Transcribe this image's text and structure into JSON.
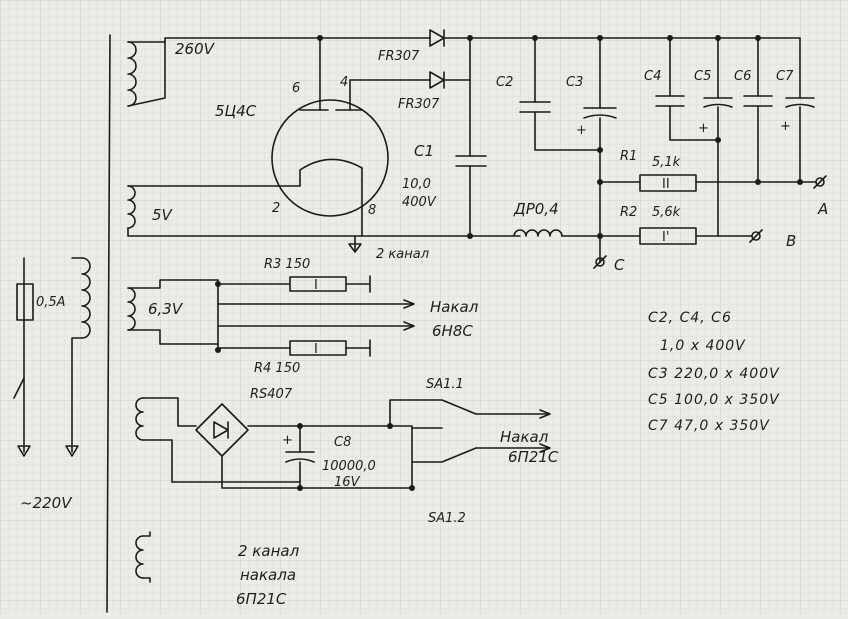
{
  "power_supply_schematic": {
    "windings": {
      "anode": "260V",
      "rectifier_filament": "5V",
      "filament_1": "6,3V",
      "mains_input": "~220V"
    },
    "tube": {
      "type": "5Ц4С",
      "pin_anode_left": "6",
      "pin_anode_right": "4",
      "pin_cathode_left": "2",
      "pin_cathode_right": "8"
    },
    "diodes": {
      "d1": "FR307",
      "d2": "FR307"
    },
    "capacitors": {
      "c1_name": "C1",
      "c1_value_line1": "10,0",
      "c1_value_line2": "400V",
      "c2": "C2",
      "c3": "C3",
      "c4": "C4",
      "c5": "C5",
      "c6": "C6",
      "c7": "C7",
      "c8_name": "C8",
      "c8_value_line1": "10000,0",
      "c8_value_line2": "16V"
    },
    "choke": "ДР0,4",
    "resistors": {
      "r1_name": "R1",
      "r1_value": "5,1k",
      "r2_name": "R2",
      "r2_value": "5,6k",
      "r3": "R3 150",
      "r4": "R4 150"
    },
    "fuse": "0,5A",
    "bridge": "RS407",
    "switches": {
      "sa11": "SA1.1",
      "sa12": "SA1.2"
    },
    "outputs": {
      "A": "A",
      "B": "B",
      "C": "C",
      "second_channel": "2 канал",
      "heater_1_line1": "Накал",
      "heater_1_line2": "6Н8С",
      "heater_2_line1": "Накал",
      "heater_2_line2": "6П21С",
      "second_heater_line1": "2 канал",
      "second_heater_line2": "накала",
      "second_heater_line3": "6П21С"
    },
    "legend": {
      "line1": "C2, C4, C6",
      "line2": "1,0 x 400V",
      "line3": "C3 220,0 x 400V",
      "line4": "C5 100,0 x 350V",
      "line5": "C7 47,0 x 350V"
    }
  }
}
